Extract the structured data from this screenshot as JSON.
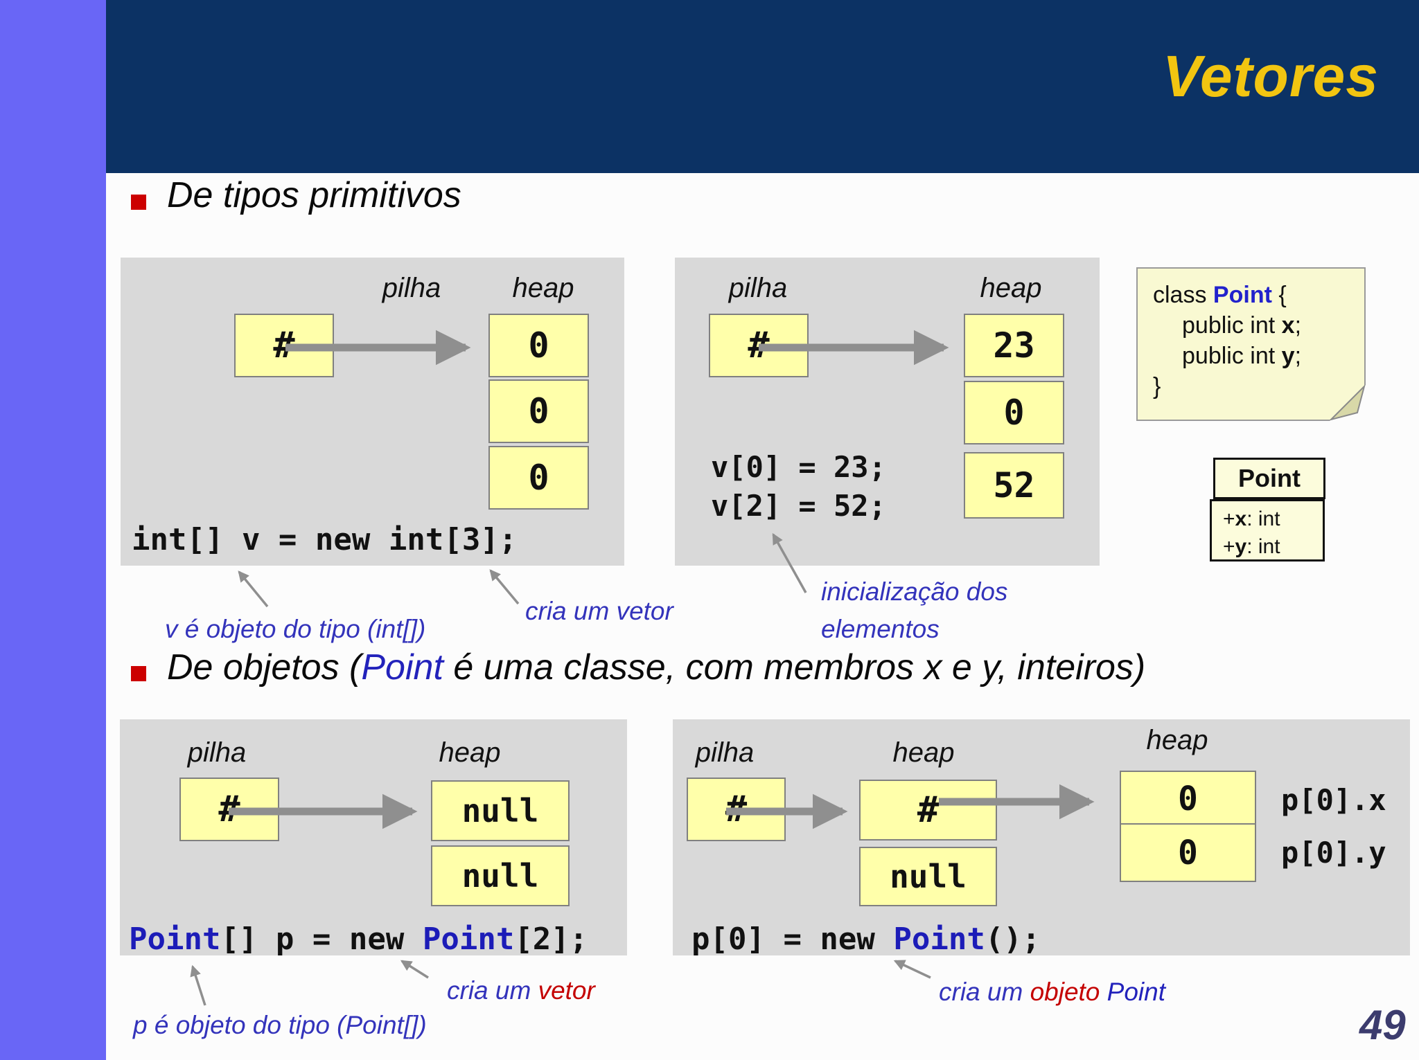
{
  "header": {
    "title": "Vetores"
  },
  "page_number": "49",
  "bullets": {
    "b1": "De tipos primitivos",
    "b2_pre": "De objetos (",
    "b2_point": "Point",
    "b2_post": " é uma classe, com membros x e y, inteiros)"
  },
  "diagram1": {
    "stack_label": "pilha",
    "heap_label": "heap",
    "stack_value": "#",
    "heap_cells": [
      "0",
      "0",
      "0"
    ],
    "code": "int[] v = new int[3];"
  },
  "diagram2": {
    "stack_label": "pilha",
    "heap_label": "heap",
    "stack_value": "#",
    "heap_cells": [
      "23",
      "0",
      "52"
    ],
    "code_line1": "v[0] = 23;",
    "code_line2": "v[2] = 52;"
  },
  "note": {
    "line1_pre": "class ",
    "line1_class": "Point",
    "line1_post": " {",
    "line2_pre": "public int ",
    "line2_var": "x",
    "line2_post": ";",
    "line3_pre": "public int ",
    "line3_var": "y",
    "line3_post": ";",
    "line4": "}"
  },
  "uml": {
    "class_name": "Point",
    "attr1_pre": "+",
    "attr1_var": "x",
    "attr1_post": ": int",
    "attr2_pre": "+",
    "attr2_var": "y",
    "attr2_post": ": int"
  },
  "annotations": {
    "v_type": "v é objeto do tipo (int[])",
    "cria_vetor_top": "cria um vetor",
    "init_line1": "inicialização dos",
    "init_line2": "elementos",
    "p_type": "p é objeto do tipo (Point[])",
    "cria2_blue": "cria um ",
    "cria2_red": "vetor",
    "cria3_blue1": "cria um ",
    "cria3_red": "objeto",
    "cria3_blue2": " Point"
  },
  "diagram3": {
    "stack_label": "pilha",
    "heap_label": "heap",
    "stack_value": "#",
    "heap_cells": [
      "null",
      "null"
    ],
    "code_point1": "Point",
    "code_mid": "[] p = new ",
    "code_point2": "Point",
    "code_post": "[2];"
  },
  "diagram4": {
    "stack_label": "pilha",
    "heap_label1": "heap",
    "heap_label2": "heap",
    "stack_value": "#",
    "ref_value": "#",
    "null_value": "null",
    "obj_cells": [
      "0",
      "0"
    ],
    "field_labels": [
      "p[0].x",
      "p[0].y"
    ],
    "code_pre": "p[0] = new ",
    "code_point": "Point",
    "code_post": "();"
  }
}
